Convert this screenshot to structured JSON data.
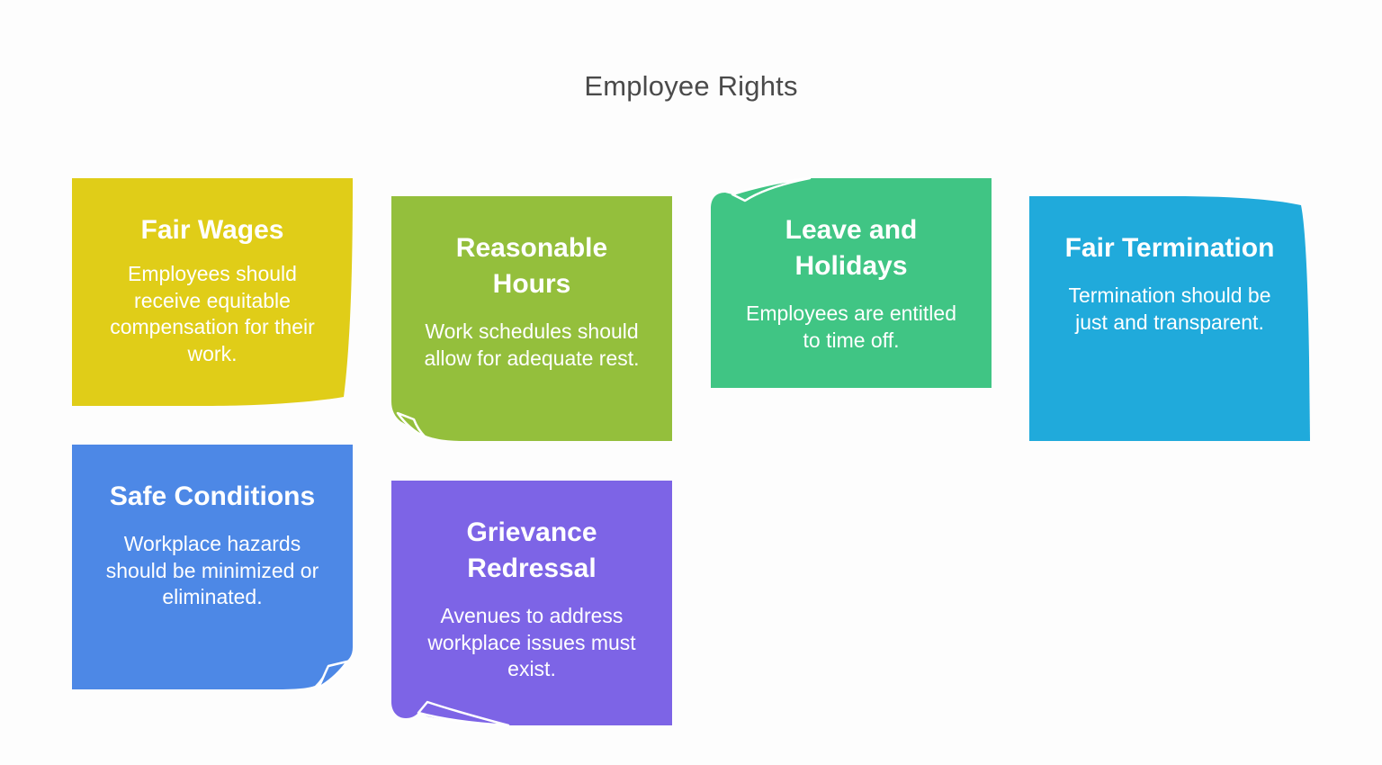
{
  "page": {
    "title": "Employee Rights",
    "background": "#fdfdfd"
  },
  "cards": [
    {
      "title": "Fair Wages",
      "description": "Employees should receive equitable compensation for their work.",
      "color": "#e0cd18",
      "curl": "bottom-right-bulge"
    },
    {
      "title": "Reasonable Hours",
      "description": "Work schedules should allow for adequate rest.",
      "color": "#94bf3c",
      "curl": "bottom-left"
    },
    {
      "title": "Leave and Holidays",
      "description": "Employees are entitled to time off.",
      "color": "#40c584",
      "curl": "top-left"
    },
    {
      "title": "Fair Termination",
      "description": "Termination should be just and transparent.",
      "color": "#20aadb",
      "curl": "top-right-bulge"
    },
    {
      "title": "Safe Conditions",
      "description": "Workplace hazards should be minimized or eliminated.",
      "color": "#4d88e6",
      "curl": "bottom-right"
    },
    {
      "title": "Grievance Redressal",
      "description": "Avenues to address workplace issues must exist.",
      "color": "#7d64e6",
      "curl": "bottom-left-long"
    }
  ]
}
